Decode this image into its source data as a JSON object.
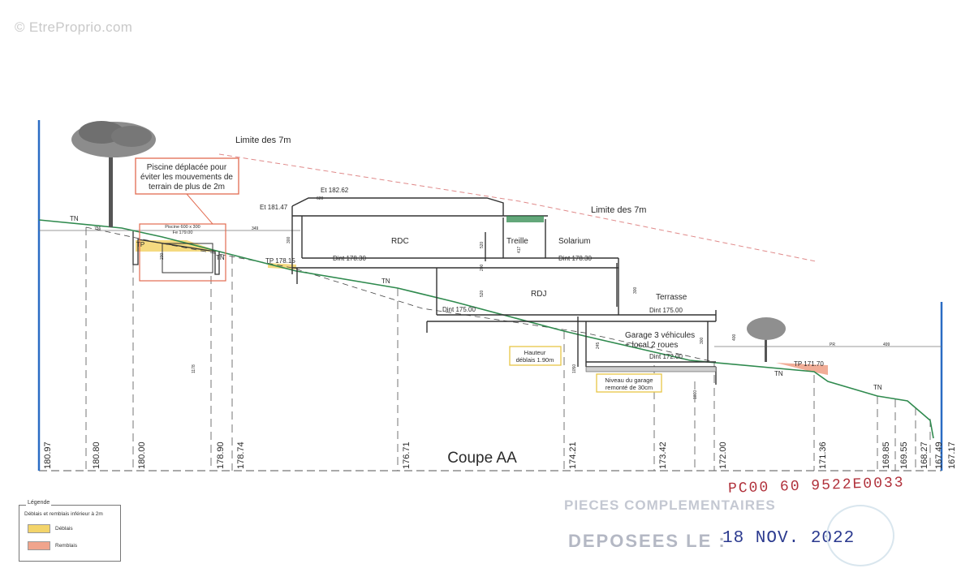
{
  "watermark": "© EtreProprio.com",
  "title": "Coupe AA",
  "notes": {
    "limite_left": "Limite des 7m",
    "limite_right": "Limite des 7m",
    "piscine_1": "Piscine déplacée pour",
    "piscine_2": "éviter les mouvements de",
    "piscine_3": "terrain de plus de 2m",
    "piscine_dim": "Piscine 600 x 300",
    "piscine_fe": "Fe 179.00",
    "hauteur_1": "Hauteur",
    "hauteur_2": "déblais 1.90m",
    "niveau_1": "Niveau du garage",
    "niveau_2": "remonté de 30cm"
  },
  "rooms": {
    "rdc": "RDC",
    "rdj": "RDJ",
    "treille": "Treille",
    "solarium": "Solarium",
    "terrasse": "Terrasse",
    "garage_1": "Garage 3 véhicules",
    "garage_2": "+ local 2 roues"
  },
  "levels": {
    "et1": "Et 182.62",
    "et2": "Et 181.47",
    "dint1": "Dint 178.30",
    "dint2": "Dint 178.30",
    "dint3": "Dint 175.00",
    "dint4": "Dint 175.00",
    "dint5": "Dint 172.00",
    "tp1": "TP 178.15",
    "tp2": "TP 171.70",
    "tp3": "TP"
  },
  "ground_labels": [
    "TN",
    "TN",
    "TN",
    "TN",
    "TN"
  ],
  "small_dims": [
    "756",
    "349",
    "300",
    "520",
    "417",
    "230",
    "520",
    "200",
    "1178",
    "245",
    "300",
    "1050",
    "300",
    "1000",
    "400",
    "620",
    "499",
    "PR"
  ],
  "elevations": [
    "180.97",
    "180.80",
    "180.00",
    "178.90",
    "178.74",
    "176.71",
    "174.21",
    "173.42",
    "172.00",
    "171.36",
    "169.85",
    "169.55",
    "168.27",
    "167.49",
    "167.17"
  ],
  "legend": {
    "title": "Légende",
    "subtitle": "Déblais et remblais inférieur à 2m",
    "item1": "Déblais",
    "item2": "Remblais",
    "color1": "#f3d46a",
    "color2": "#f0a48c"
  },
  "stamp": {
    "line1": "PIECES COMPLEMENTAIRES",
    "line2": "DEPOSEES LE :",
    "date": "18 NOV. 2022",
    "number": "PC00 60 9522E0033"
  },
  "colors": {
    "ground": "#2f8a4e",
    "limit": "#e08a8a",
    "boundary": "#2a6cc4",
    "note_box": "#e26b50",
    "callout_box": "#e7c646"
  }
}
